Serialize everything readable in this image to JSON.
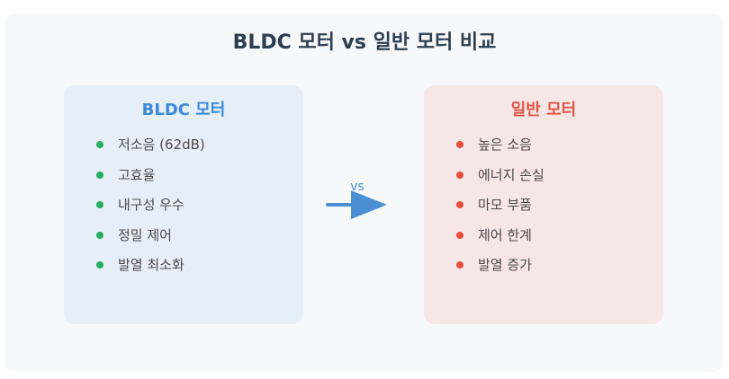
{
  "title": "BLDC 모터 vs 일반 모터 비교",
  "left_card": {
    "title": "BLDC 모터",
    "items": [
      "저소음 (62dB)",
      "고효율",
      "내구성 우수",
      "정밀 제어",
      "발열 최소화"
    ]
  },
  "right_card": {
    "title": "일반 모터",
    "items": [
      "높은 소음",
      "에너지 손실",
      "마모 부품",
      "제어 한계",
      "발열 증가"
    ]
  },
  "vs_label": "vs",
  "colors": {
    "left_accent": "#3b8ad9",
    "left_bullet": "#27ae60",
    "right_accent": "#e05545",
    "right_bullet": "#e74c3c",
    "arrow": "#4a8fd4"
  }
}
